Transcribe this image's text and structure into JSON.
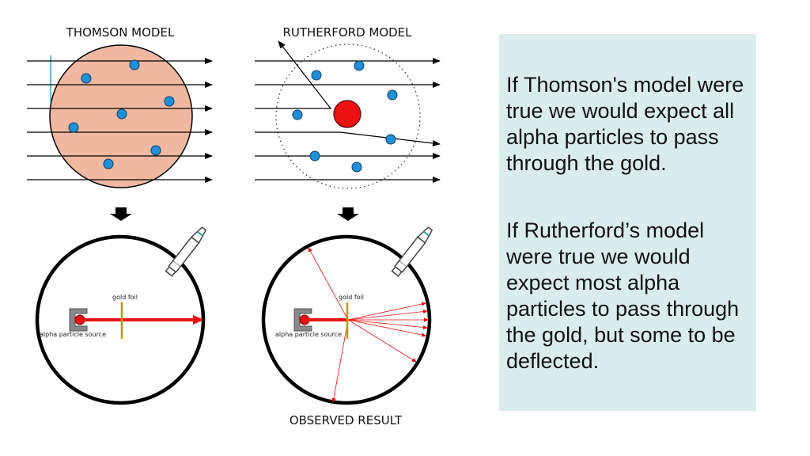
{
  "titles": {
    "thomson": "THOMSON MODEL",
    "rutherford": "RUTHERFORD MODEL",
    "observed": "OBSERVED RESULT"
  },
  "labels": {
    "gold_foil": "gold foil",
    "source": "alpha particle source"
  },
  "text_panel": {
    "paragraph_1": "If Thomson's model were true we would expect all alpha particles to pass through the gold.",
    "paragraph_2": "If Rutherford’s model were true we would expect most alpha particles to pass through the gold, but some to be deflected."
  },
  "colors": {
    "thomson_sphere": "#f0b8a0",
    "electron": "#1e90d8",
    "nucleus": "#ee1111",
    "panel_bg": "#d9eeec",
    "foil": "#b8980a"
  }
}
